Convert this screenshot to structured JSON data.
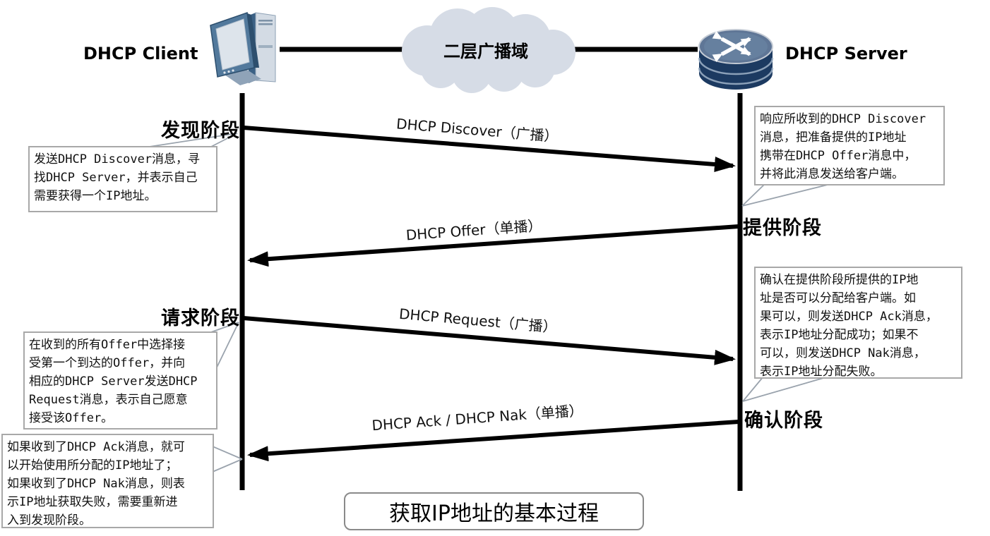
{
  "entities": {
    "client": {
      "label": "DHCP Client"
    },
    "server": {
      "label": "DHCP Server"
    },
    "cloud": {
      "label": "二层广播域"
    }
  },
  "phases": [
    {
      "label": "发现阶段"
    },
    {
      "label": "提供阶段"
    },
    {
      "label": "请求阶段"
    },
    {
      "label": "确认阶段"
    }
  ],
  "messages": [
    {
      "label": "DHCP Discover（广播）",
      "direction": "client-to-server"
    },
    {
      "label": "DHCP Offer（单播）",
      "direction": "server-to-client"
    },
    {
      "label": "DHCP Request（广播）",
      "direction": "client-to-server"
    },
    {
      "label": "DHCP Ack / DHCP Nak（单播）",
      "direction": "server-to-client"
    }
  ],
  "callouts": [
    {
      "text": "发送DHCP Discover消息，寻\n找DHCP Server，并表示自己\n需要获得一个IP地址。"
    },
    {
      "text": "响应所收到的DHCP Discover\n消息，把准备提供的IP地址\n携带在DHCP Offer消息中，\n并将此消息发送给客户端。"
    },
    {
      "text": "在收到的所有Offer中选择接\n受第一个到达的Offer，并向\n相应的DHCP Server发送DHCP\nRequest消息，表示自己愿意\n接受该Offer。"
    },
    {
      "text": "确认在提供阶段所提供的IP地\n址是否可以分配给客户端。如\n果可以，则发送DHCP Ack消息，\n表示IP地址分配成功；如果不\n可以，则发送DHCP Nak消息，\n表示IP地址分配失败。"
    },
    {
      "text": "如果收到了DHCP Ack消息，就可\n以开始使用所分配的IP地址了；\n如果收到了DHCP Nak消息，则表\n示IP地址获取失败，需要重新进\n入到发现阶段。"
    }
  ],
  "title": {
    "text": "获取IP地址的基本过程"
  },
  "colors": {
    "line": "#000000",
    "cloud_fill": "#d6dce6",
    "router_body": "#1c3a61",
    "router_top": "#5f7696",
    "callout_border": "#a8a8a8"
  }
}
